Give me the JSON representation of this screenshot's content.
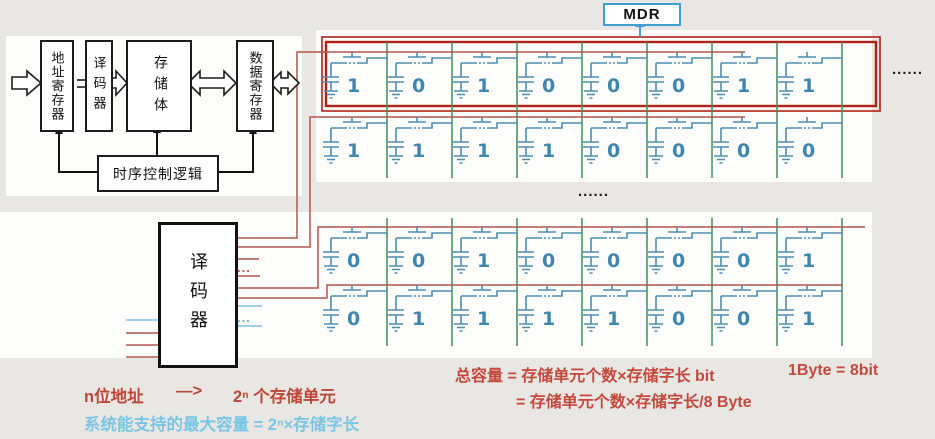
{
  "mdr": {
    "label": "MDR"
  },
  "block_diagram": {
    "address_register": "地址寄存器",
    "decoder_small": "译码器",
    "memory_bank": "存储体",
    "data_register": "数据寄存器",
    "timing_logic": "时序控制逻辑"
  },
  "decoder_main": {
    "label": "译码器"
  },
  "memory": {
    "rows": [
      [
        1,
        0,
        1,
        0,
        0,
        0,
        1,
        1
      ],
      [
        1,
        1,
        1,
        1,
        0,
        0,
        0,
        0
      ],
      [
        0,
        0,
        1,
        0,
        0,
        0,
        0,
        1
      ],
      [
        0,
        1,
        1,
        1,
        1,
        0,
        0,
        1
      ]
    ],
    "row_ellipsis": "......",
    "mid_ellipsis": "......",
    "decoder_word_ellipsis": "...",
    "decoder_bit_ellipsis": "..."
  },
  "formulas": {
    "address_label": "n位地址",
    "maps_to": "—>",
    "address_result": "2ⁿ 个存储单元",
    "max_capacity": "系统能支持的最大容量 = 2ⁿ×存储字长",
    "total_capacity_line1": "总容量 = 存储单元个数×存储字长  bit",
    "byte_definition": "1Byte = 8bit",
    "total_capacity_line2": "= 存储单元个数×存储字长/8  Byte"
  },
  "colors": {
    "cell_blue": "#4f8db2",
    "digit_blue": "#3e86ad",
    "bit_line_green": "#3f8f58",
    "word_line_red": "#b2574c",
    "highlight_red": "#b02217",
    "mdr_blue": "#3f9fd0",
    "light_blue_wire": "#7cc5e3"
  }
}
